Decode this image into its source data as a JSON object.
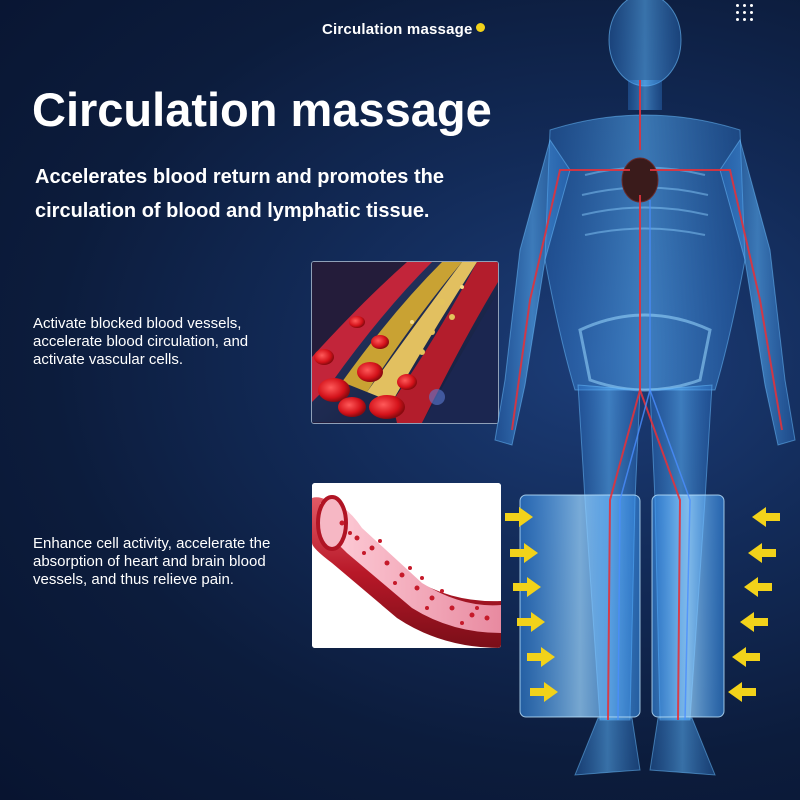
{
  "header": {
    "tag": "Circulation massage",
    "title": "Circulation massage",
    "subtitle": "Accelerates blood return and promotes the circulation of blood and lymphatic tissue."
  },
  "features": [
    {
      "text": "Activate blocked blood vessels, accelerate blood circulation, and activate vascular cells."
    },
    {
      "text": "Enhance cell activity, accelerate the absorption of heart and brain blood vessels, and thus relieve pain."
    }
  ],
  "icons": {
    "menu": "dots-grid-icon",
    "arrow": "arrow-right-icon",
    "arrow_left": "arrow-left-icon"
  },
  "colors": {
    "background": "#0c1c3c",
    "accent": "#f2d21a",
    "blood": "#c8141c",
    "body_glow": "#3aa0ff"
  }
}
